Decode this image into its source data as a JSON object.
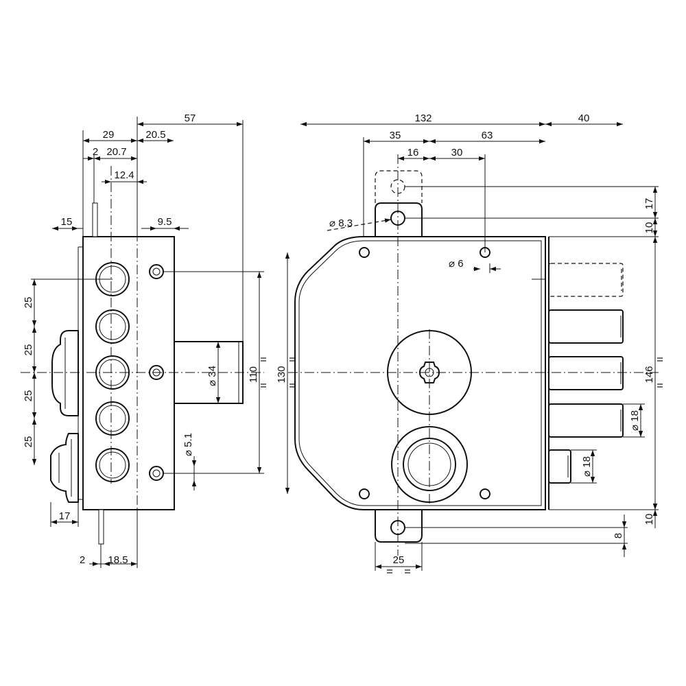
{
  "side_view": {
    "dims": {
      "d57": "57",
      "d29": "29",
      "d20_5": "20.5",
      "d2_top": "2",
      "d20_7": "20.7",
      "d12_4": "12.4",
      "d15": "15",
      "d9_5": "9.5",
      "d25_a": "25",
      "d25_b": "25",
      "d25_c": "25",
      "d25_d": "25",
      "dia34": "34",
      "dia5_1": "5.1",
      "d110": "110",
      "d17": "17",
      "d2_bot": "2",
      "d18_5": "18.5"
    }
  },
  "front_view": {
    "dims": {
      "d132": "132",
      "d40": "40",
      "d35": "35",
      "d63": "63",
      "d16": "16",
      "d30": "30",
      "dia8_3": "8.3",
      "dia6": "6",
      "d17_r": "17",
      "d10_top": "10",
      "d130": "130",
      "d146": "146",
      "dia18_a": "18",
      "dia18_b": "18",
      "d10_bot": "10",
      "d8": "8",
      "d25_bot": "25"
    }
  }
}
